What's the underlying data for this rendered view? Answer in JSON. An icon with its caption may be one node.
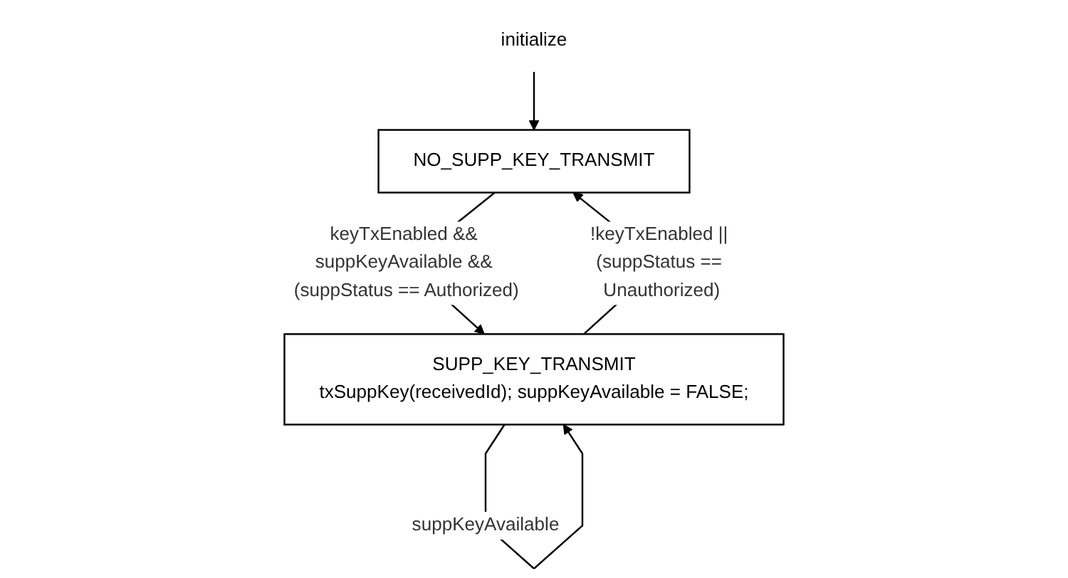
{
  "diagram": {
    "nodes": [
      {
        "text": [
          "initialize"
        ]
      },
      {
        "text": [
          "NO_SUPP_KEY_TRANSMIT"
        ]
      },
      {
        "text": [
          "SUPP_KEY_TRANSMIT",
          "txSuppKey(receivedId); suppKeyAvailable = FALSE;"
        ]
      }
    ],
    "edges": [
      {
        "from": 0,
        "to": 1,
        "arrow": "to"
      },
      {
        "from": 1,
        "to": 2,
        "label": "keyTxEnabled && suppKeyAvailable && (suppStatus == Authorized)",
        "arrow": "to"
      },
      {
        "from": 2,
        "to": 2,
        "label": "suppKeyAvailable",
        "arrow": "to"
      },
      {
        "from": 2,
        "to": 1,
        "label": "!keyTxEnabled || (suppStatus == Unauthorized)",
        "arrow": "to"
      }
    ]
  }
}
